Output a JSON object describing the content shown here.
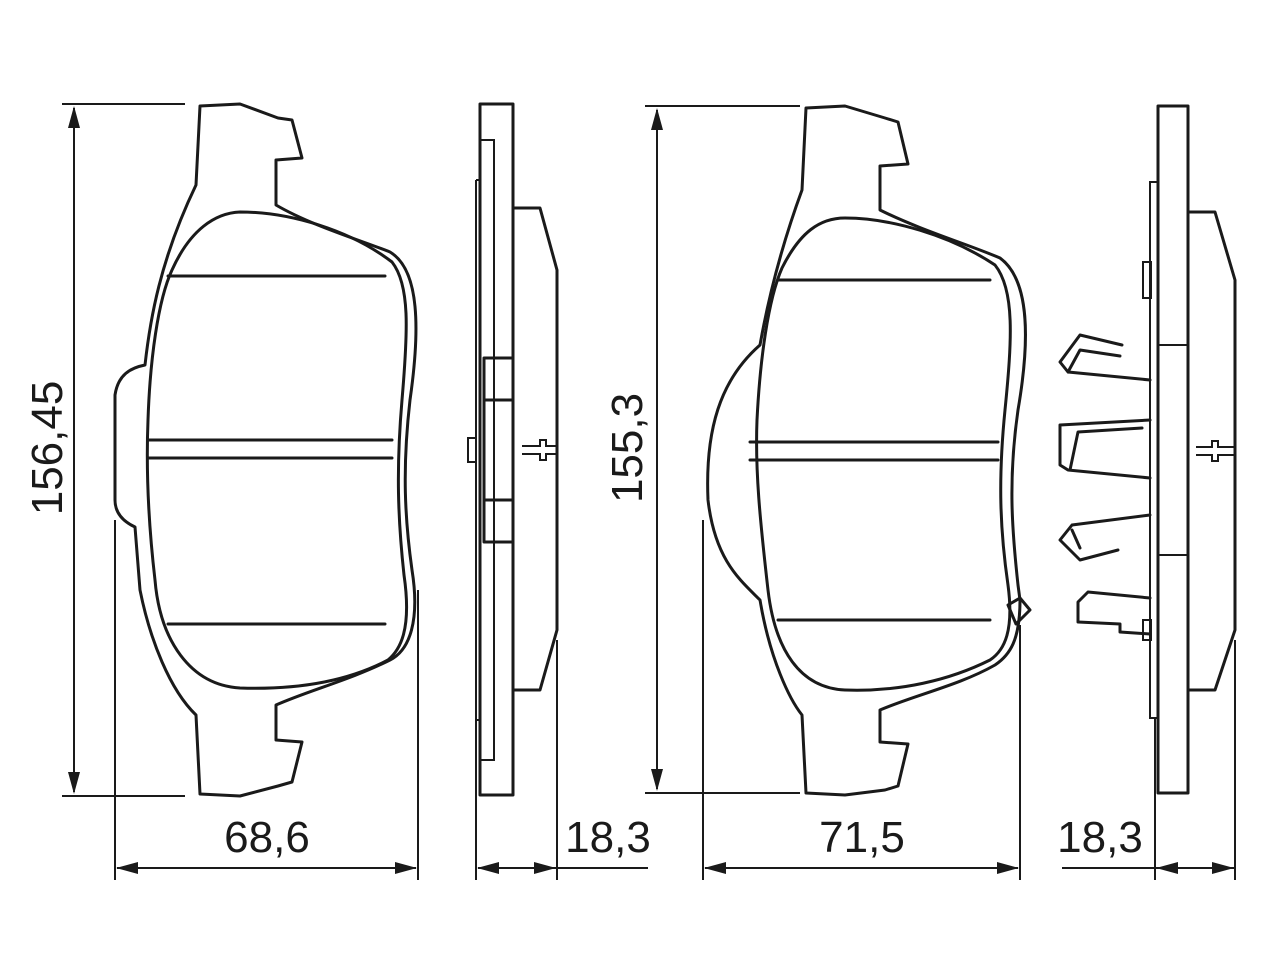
{
  "dimensions": {
    "pad1_height": "156,45",
    "pad1_width": "68,6",
    "pad1_thickness": "18,3",
    "pad2_height": "155,3",
    "pad2_width": "71,5",
    "pad2_thickness": "18,3"
  },
  "colors": {
    "line": "#1a1a1a",
    "background": "#ffffff"
  }
}
